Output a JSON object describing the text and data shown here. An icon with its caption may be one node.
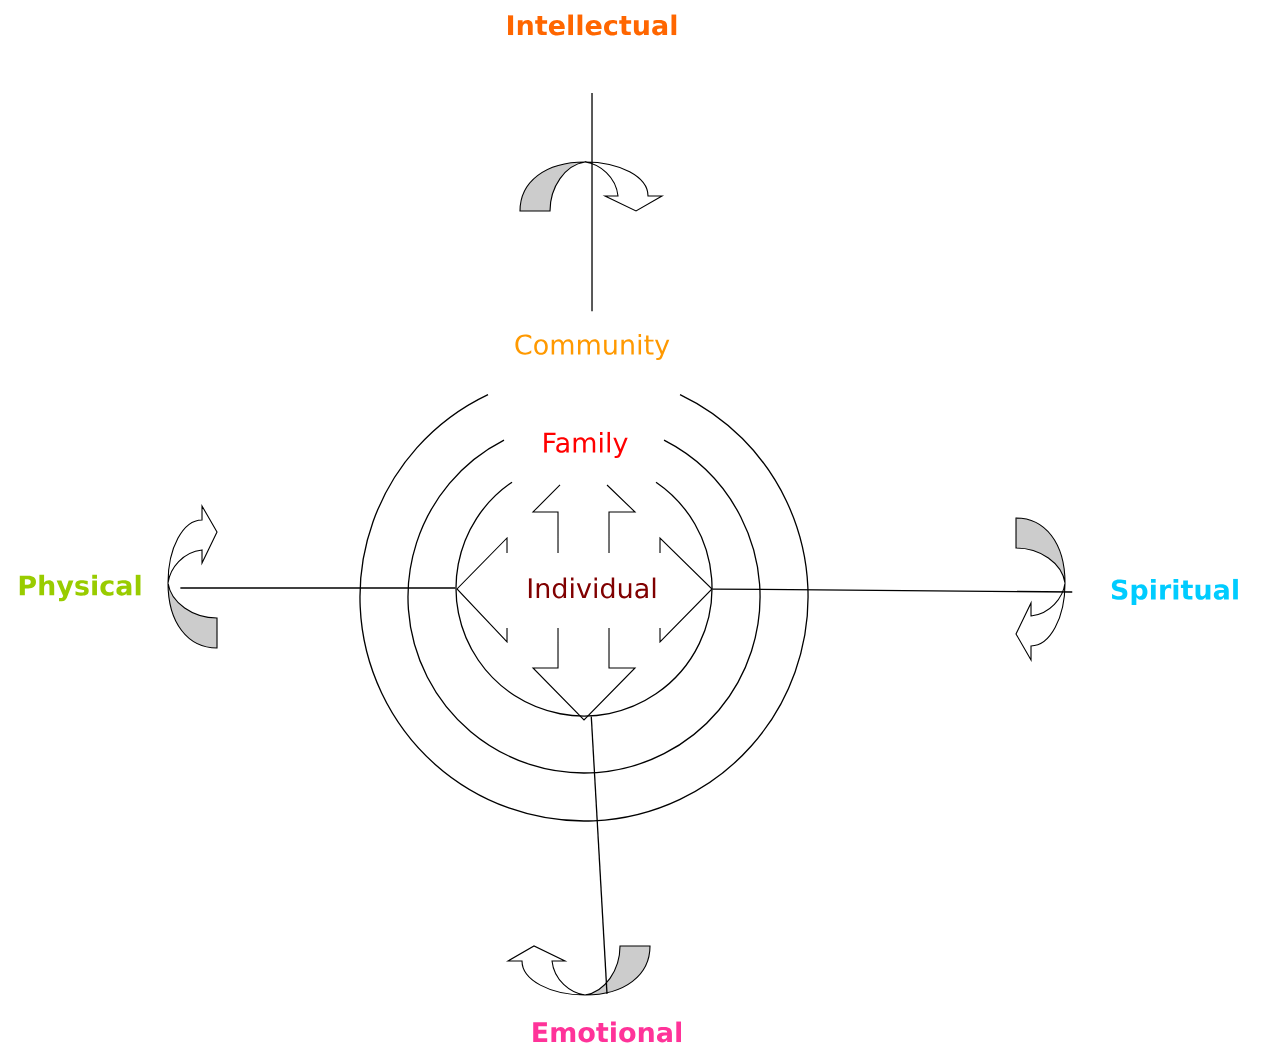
{
  "diagram": {
    "nodes": [
      {
        "text": [
          "Intellectual"
        ]
      },
      {
        "text": [
          "Community"
        ]
      },
      {
        "text": [
          "Family"
        ],
        "in": 1
      },
      {
        "text": [
          "Individual"
        ],
        "in": 2
      },
      {
        "text": [
          "Physical"
        ]
      },
      {
        "text": [
          "Spiritual"
        ]
      },
      {
        "text": [
          "Emotional"
        ]
      }
    ],
    "edges": [
      {
        "from": 0,
        "to": 1,
        "arrow": "none"
      },
      {
        "from": 4,
        "to": 3,
        "arrow": "none"
      },
      {
        "from": 3,
        "to": 5,
        "arrow": "none"
      },
      {
        "from": 3,
        "to": 6,
        "arrow": "none"
      }
    ]
  }
}
